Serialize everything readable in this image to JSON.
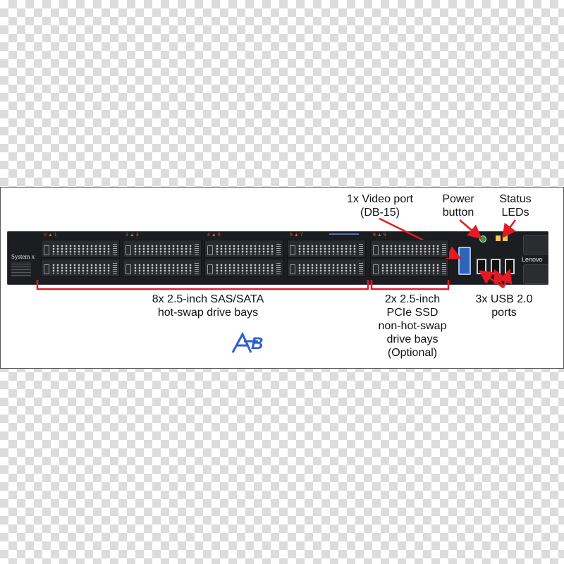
{
  "labels": {
    "video_port_1": "1x Video port",
    "video_port_2": "(DB-15)",
    "power_1": "Power",
    "power_2": "button",
    "status_1": "Status",
    "status_2": "LEDs",
    "sas_1": "8x 2.5-inch SAS/SATA",
    "sas_2": "hot-swap drive bays",
    "pcie_1": "2x 2.5-inch",
    "pcie_2": "PCIe SSD",
    "pcie_3": "non-hot-swap",
    "pcie_4": "drive bays",
    "pcie_5": "(Optional)",
    "usb_1": "3x USB 2.0",
    "usb_2": "ports"
  },
  "server": {
    "model": "System x",
    "brand": "Lenovo",
    "bay_numbers": [
      "0 ▲ 1",
      "2 ▲ 3",
      "4 ▲ 5",
      "6 ▲ 7",
      "8 ▲ 9"
    ]
  },
  "watermark": "B",
  "colors": {
    "callout": "#e31b23",
    "chassis": "#1c1d20",
    "watermark_blue": "#2c5fd0"
  }
}
